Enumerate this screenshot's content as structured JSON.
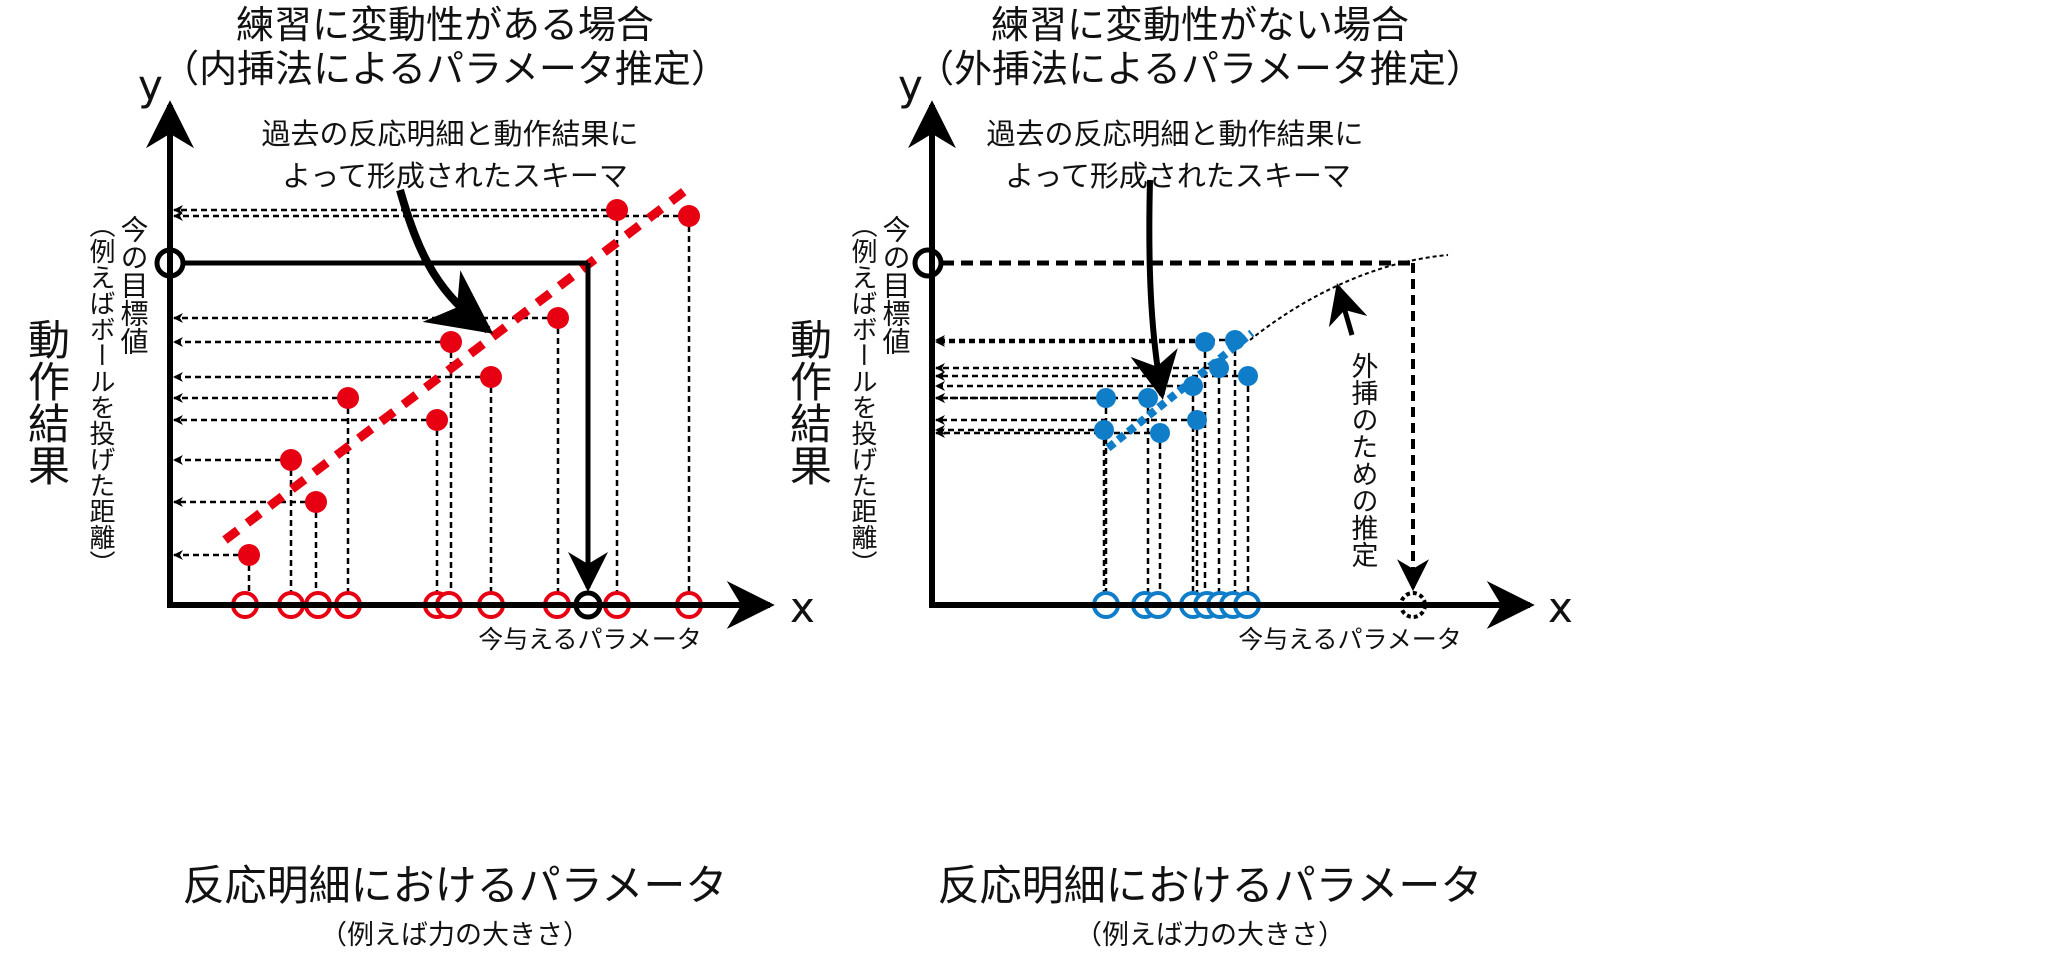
{
  "colors": {
    "left_accent": "#e60012",
    "right_accent": "#0f7dc8",
    "ink": "#000000"
  },
  "left": {
    "title_line1": "練習に変動性がある場合",
    "title_line2": "（内挿法によるパラメータ推定）",
    "annotation_line1": "過去の反応明細と動作結果に",
    "annotation_line2": "よって形成されたスキーマ",
    "y_axis_label": "y",
    "x_axis_label": "x",
    "target_label": "今の目標値",
    "y_example": "（例えばボールを投げた距離）",
    "y_title": "動作結果",
    "current_param_label": "今与えるパラメータ",
    "x_title": "反応明細におけるパラメータ",
    "x_example": "（例えば力の大きさ）"
  },
  "right": {
    "title_line1": "練習に変動性がない場合",
    "title_line2": "（外挿法によるパラメータ推定）",
    "annotation_line1": "過去の反応明細と動作結果に",
    "annotation_line2": "よって形成されたスキーマ",
    "y_axis_label": "y",
    "x_axis_label": "x",
    "target_label": "今の目標値",
    "y_example": "（例えばボールを投げた距離）",
    "y_title": "動作結果",
    "current_param_label": "今与えるパラメータ",
    "extrapolation_label": "外挿のための推定",
    "x_title": "反応明細におけるパラメータ",
    "x_example": "（例えば力の大きさ）"
  }
}
